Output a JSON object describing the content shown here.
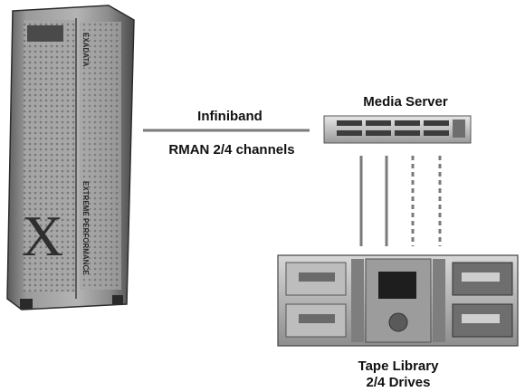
{
  "labels": {
    "link_type": "Infiniband",
    "channels": "RMAN 2/4 channels",
    "media_server": "Media Server",
    "tape_library_line1": "Tape Library",
    "tape_library_line2": "2/4 Drives"
  },
  "rack": {
    "brand_text": "EXADATA",
    "side_text": "EXTREME PERFORMANCE",
    "big_letter": "X"
  },
  "connections": {
    "solid_lines": 2,
    "dashed_lines": 2
  },
  "colors": {
    "line": "#7a7a7a",
    "rack_dark": "#3a3a3a",
    "rack_mid": "#8a8a8a",
    "rack_light": "#c8c8c8",
    "label": "#111111"
  }
}
